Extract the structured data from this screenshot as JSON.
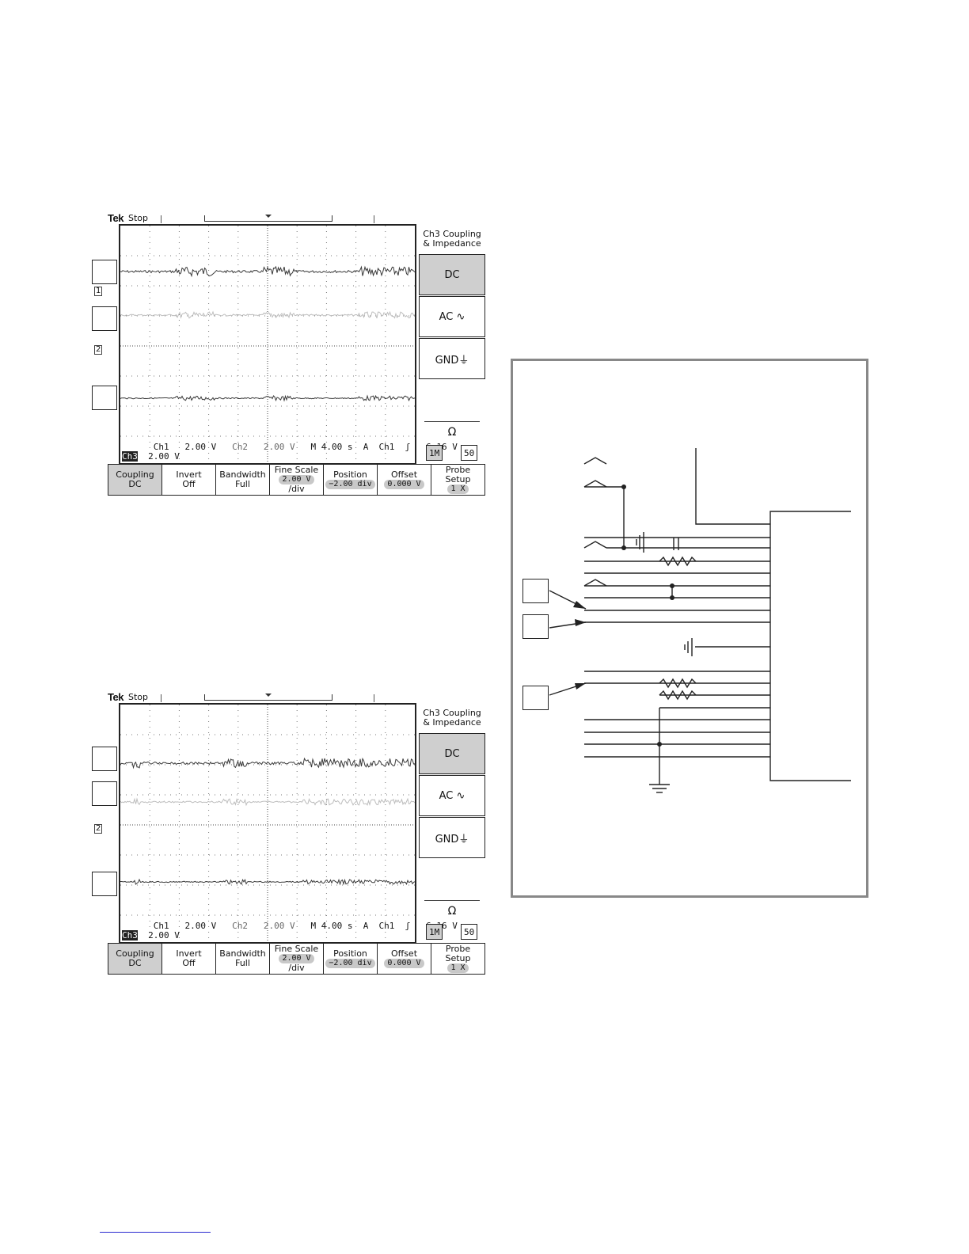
{
  "scopes": [
    {
      "brand": "Tek",
      "state": "Stop",
      "side_menu": {
        "title_line1": "Ch3 Coupling",
        "title_line2": "& Impedance",
        "buttons": [
          "DC",
          "AC ∿",
          "GND⏚"
        ],
        "active": "DC",
        "impedance_symbol": "Ω",
        "impedance_options": [
          "1M",
          "50"
        ]
      },
      "channel_markers": [
        "1",
        "2"
      ],
      "readout": {
        "line1_ch1": "Ch1   2.00 V",
        "line1_ch2": "Ch2   2.00 V",
        "line1_time": "M 4.00 s  A  Ch1  ʃ   6.16 V",
        "line2_ch3": "Ch3",
        "line2_val": "  2.00 V"
      },
      "bottom_menu": [
        {
          "line1": "Coupling",
          "line2": "DC"
        },
        {
          "line1": "Invert",
          "line2": "Off"
        },
        {
          "line1": "Bandwidth",
          "line2": "Full"
        },
        {
          "line1": "Fine Scale",
          "line2": "2.00 V",
          "line3": "/div"
        },
        {
          "line1": "Position",
          "line2": "−2.00 div"
        },
        {
          "line1": "Offset",
          "line2": "0.000 V"
        },
        {
          "line1": "Probe",
          "line2": "Setup",
          "line3": "1 X"
        }
      ]
    },
    {
      "brand": "Tek",
      "state": "Stop",
      "side_menu": {
        "title_line1": "Ch3 Coupling",
        "title_line2": "& Impedance",
        "buttons": [
          "DC",
          "AC ∿",
          "GND⏚"
        ],
        "active": "DC",
        "impedance_symbol": "Ω",
        "impedance_options": [
          "1M",
          "50"
        ]
      },
      "channel_markers": [
        "2"
      ],
      "readout": {
        "line1_ch1": "Ch1   2.00 V",
        "line1_ch2": "Ch2   2.00 V",
        "line1_time": "M 4.00 s  A  Ch1  ʃ   6.16 V",
        "line2_ch3": "Ch3",
        "line2_val": "  2.00 V"
      },
      "bottom_menu": [
        {
          "line1": "Coupling",
          "line2": "DC"
        },
        {
          "line1": "Invert",
          "line2": "Off"
        },
        {
          "line1": "Bandwidth",
          "line2": "Full"
        },
        {
          "line1": "Fine Scale",
          "line2": "2.00 V",
          "line3": "/div"
        },
        {
          "line1": "Position",
          "line2": "−2.00 div"
        },
        {
          "line1": "Offset",
          "line2": "0.000 V"
        },
        {
          "line1": "Probe",
          "line2": "Setup",
          "line3": "1 X"
        }
      ]
    }
  ],
  "colors": {
    "trace_dark": "#3a3a3a",
    "trace_light": "#bdbdbd",
    "active_button": "#cfcfcf",
    "diagram_border": "#888888"
  }
}
